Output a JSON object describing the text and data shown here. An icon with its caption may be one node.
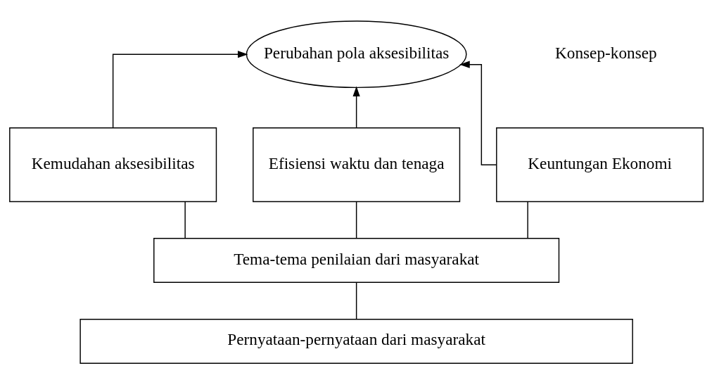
{
  "diagram": {
    "nodes": [
      {
        "text": [
          "Perubahan pola aksesibilitas"
        ]
      },
      {
        "text": [
          "Kemudahan aksesibilitas"
        ]
      },
      {
        "text": [
          "Efisiensi waktu dan tenaga"
        ]
      },
      {
        "text": [
          "Keuntungan Ekonomi"
        ]
      },
      {
        "text": [
          "Tema-tema penilaian dari masyarakat"
        ]
      },
      {
        "text": [
          "Pernyataan-pernyataan dari masyarakat"
        ]
      }
    ],
    "edges": [
      {
        "from": 1,
        "to": 0,
        "arrow": "to"
      },
      {
        "from": 2,
        "to": 0,
        "arrow": "to"
      },
      {
        "from": 3,
        "to": 0,
        "arrow": "to"
      },
      {
        "from": 4,
        "to": 1,
        "arrow": "none"
      },
      {
        "from": 4,
        "to": 2,
        "arrow": "none"
      },
      {
        "from": 4,
        "to": 3,
        "arrow": "none"
      },
      {
        "from": 5,
        "to": 4,
        "arrow": "none"
      }
    ],
    "labels": [
      "Konsep-konsep"
    ]
  }
}
